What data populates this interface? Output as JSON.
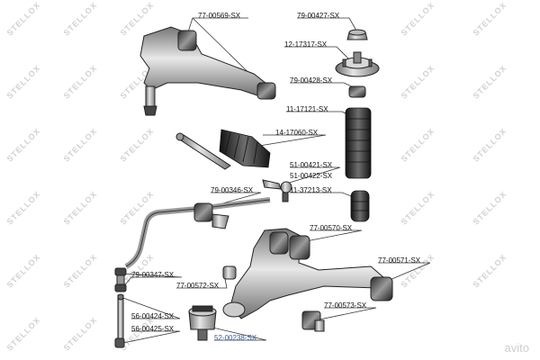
{
  "diagram": {
    "parts": [
      {
        "id": "p1",
        "label": "77-00569-SX"
      },
      {
        "id": "p2",
        "label": "79-00427-SX"
      },
      {
        "id": "p3",
        "label": "12-17317-SX"
      },
      {
        "id": "p4",
        "label": "79-00428-SX"
      },
      {
        "id": "p5",
        "label": "11-17121-SX"
      },
      {
        "id": "p6",
        "label": "14-17060-SX"
      },
      {
        "id": "p7",
        "label": "51-00421-SX"
      },
      {
        "id": "p8",
        "label": "51-00422-SX"
      },
      {
        "id": "p9",
        "label": "79-00346-SX"
      },
      {
        "id": "p10",
        "label": "11-37213-SX"
      },
      {
        "id": "p11",
        "label": "77-00570-SX"
      },
      {
        "id": "p12",
        "label": "77-00571-SX"
      },
      {
        "id": "p13",
        "label": "79-00347-SX"
      },
      {
        "id": "p14",
        "label": "77-00572-SX"
      },
      {
        "id": "p15",
        "label": "77-00573-SX"
      },
      {
        "id": "p16",
        "label": "56-00424-SX"
      },
      {
        "id": "p17",
        "label": "56-00425-SX"
      },
      {
        "id": "p18",
        "label": "52-00238-SX",
        "highlighted": true
      }
    ],
    "highlight_color": "#1f5fbf",
    "watermark_text": "STELLOX",
    "site_watermark": "avito"
  }
}
